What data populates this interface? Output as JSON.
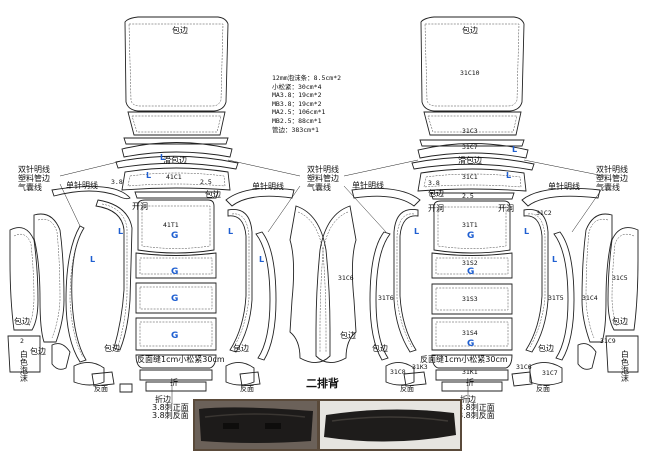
{
  "notes": [
    "12mm泡沫条：8.5cm*2",
    "小松紧：30cm*4",
    "MA3.8：19cm*2",
    "MB3.8：19cm*2",
    "MA2.5：106cm*1",
    "MB2.5：88cm*1",
    "管边：383cm*1"
  ],
  "title": "二排背",
  "left": {
    "top_panel": "包边",
    "collar": "滑包边",
    "c1": "41C1",
    "c1_sub_left": "3.8",
    "c1_sub_right": "2.5",
    "open": "开洞",
    "main": "41T1",
    "wrap": "包边",
    "wrap2": "包边",
    "wrap3": "包边",
    "wrap4": "包边",
    "wrap5": "包边",
    "wrap6": "包边",
    "twin": "双针明线",
    "pipe": "塑料管边",
    "airbag": "气囊线",
    "single1": "单针明线",
    "single2": "单针明线",
    "elastic": "反面缝1cm小松紧30cm",
    "fold": "折",
    "fold2": "折边",
    "fold_a": "3.8刺正面",
    "fold_b": "3.8刺反面",
    "white_foam": "白色泡沫",
    "c_left": "2",
    "side_right": "31C6",
    "back_face": "反面",
    "g": "G",
    "l": "L"
  },
  "right": {
    "top_panel": "包边",
    "c10": "31C10",
    "c3": "31C3",
    "c17": "31C7",
    "collar": "滑包边",
    "c1": "31C1",
    "c1_sub": "3.8",
    "c1_sub2": "2.5",
    "open": "开洞",
    "open2": "开洞",
    "main": "31T1",
    "s2": "31S2",
    "s3": "31S3",
    "s4": "31S4",
    "k1": "31K1",
    "t6": "31T6",
    "t5": "31T5",
    "c4": "31C4",
    "c5": "31C5",
    "c2": "31C2",
    "c8": "31C8",
    "c9": "31C9",
    "c7": "31C7",
    "k3": "31K3",
    "c6": "31C6",
    "twin": "双针明线",
    "twin2": "双针明线",
    "pipe": "塑料管边",
    "pipe2": "塑料管边",
    "airbag": "气囊线",
    "airbag2": "气囊线",
    "single1": "单针明线",
    "single2": "单针明线",
    "wrap": "包边",
    "wrap2": "包边",
    "wrap3": "包边",
    "wrap4": "包边",
    "elastic": "反面缝1cm小松紧30cm",
    "fold": "折",
    "fold2": "折边",
    "fold_a": "3.8刺正面",
    "fold_b": "3.8刺反面",
    "white_foam": "白色泡沫",
    "back_face": "反面",
    "g": "G",
    "l": "L"
  }
}
